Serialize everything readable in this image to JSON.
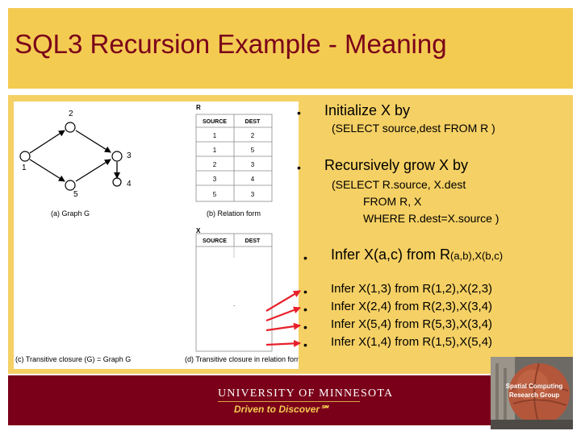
{
  "title": "SQL3 Recursion Example - Meaning",
  "figure": {
    "graph_caption": "(a) Graph G",
    "relation_caption": "(b) Relation form",
    "closure_caption": "(c) Transitive closure (G) = Graph G",
    "closure_rel_caption": "(d) Transitive closure in relation form",
    "nodes": [
      "1",
      "2",
      "3",
      "4",
      "5"
    ],
    "table_r": {
      "name": "R",
      "headers": [
        "SOURCE",
        "DEST"
      ],
      "rows": [
        [
          "1",
          "2"
        ],
        [
          "1",
          "5"
        ],
        [
          "2",
          "3"
        ],
        [
          "3",
          "4"
        ],
        [
          "5",
          "3"
        ]
      ]
    },
    "table_x": {
      "name": "X",
      "headers": [
        "SOURCE",
        "DEST"
      ]
    },
    "stray_mark": "."
  },
  "bullets": {
    "b1": "Initialize X by",
    "b1_sub": [
      "(SELECT source,dest FROM R )"
    ],
    "b2": "Recursively grow X by",
    "b2_sub": [
      "(SELECT R.source, X.dest",
      "FROM R, X",
      "WHERE R.dest=X.source )"
    ],
    "b3_main": "Infer X(a,c) from R",
    "b3_small": "(a,b),X(b,c)",
    "inferences": [
      "Infer X(1,3) from R(1,2),X(2,3)",
      "Infer X(2,4) from R(2,3),X(3,4)",
      "Infer X(5,4) from R(5,3),X(3,4)",
      "Infer X(1,4) from R(1,5),X(5,4)"
    ]
  },
  "footer": {
    "university": "UNIVERSITY OF MINNESOTA",
    "tagline": "Driven to Discover℠",
    "logo_lines": [
      "Spatial Computing",
      "Research Group"
    ]
  },
  "colors": {
    "maroon": "#7a0019",
    "gold": "#f3cb51",
    "arrow_red": "#e8202a"
  }
}
